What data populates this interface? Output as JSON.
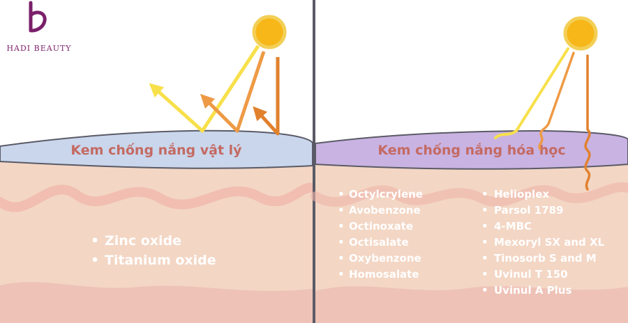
{
  "brand": {
    "name": "HADI BEAUTY",
    "logo_icon": "hadi-beauty-logo-icon",
    "color": "#7a1f6a"
  },
  "panels": [
    {
      "label": "Kem chống nắng vật lý",
      "layer_color": "#c9d6ec",
      "ingredients": [
        "Zinc oxide",
        "Titanium oxide"
      ]
    },
    {
      "label": "Kem chống nắng hóa học",
      "layer_color": "#c9b3e2",
      "ingredients_col1": [
        "Octylcrylene",
        "Avobenzone",
        "Octinoxate",
        "Octisalate",
        "Oxybenzone",
        "Homosalate"
      ],
      "ingredients_col2": [
        "Helioplex",
        "Parsol 1789",
        "4-MBC",
        "Mexoryl SX and XL",
        "Tinosorb S and M",
        "Uvinul T 150",
        "Uvinul A Plus"
      ]
    }
  ],
  "colors": {
    "sun": "#f7b718",
    "ray_yellow": "#f7e04a",
    "ray_orange": "#ee9a45",
    "ray_dark_orange": "#e1812d",
    "skin": "#f3d6c4",
    "skin_vein": "#f0b6ac"
  },
  "icons": [
    "sun-icon",
    "reflected-ray-arrow",
    "absorbed-ray-wave"
  ]
}
